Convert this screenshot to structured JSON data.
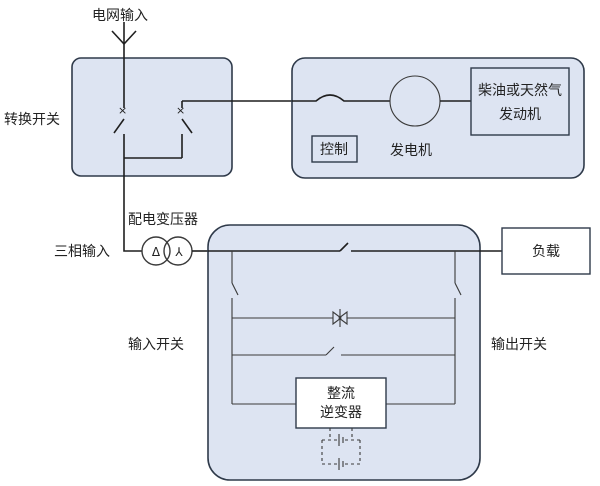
{
  "labels": {
    "grid_input": "电网输入",
    "transfer_switch": "转换开关",
    "three_phase_input": "三相输入",
    "distribution_transformer": "配电变压器",
    "generator": "发电机",
    "control": "控制",
    "engine_line1": "柴油或天然气",
    "engine_line2": "发动机",
    "load": "负载",
    "input_switch": "输入开关",
    "output_switch": "输出开关",
    "rectifier_line1": "整流",
    "rectifier_line2": "逆变器"
  },
  "transformer_symbols": {
    "primary": "Δ",
    "secondary": "⅄"
  },
  "colors": {
    "panel_fill": "#dde4f2",
    "stroke": "#2f3a4a"
  }
}
